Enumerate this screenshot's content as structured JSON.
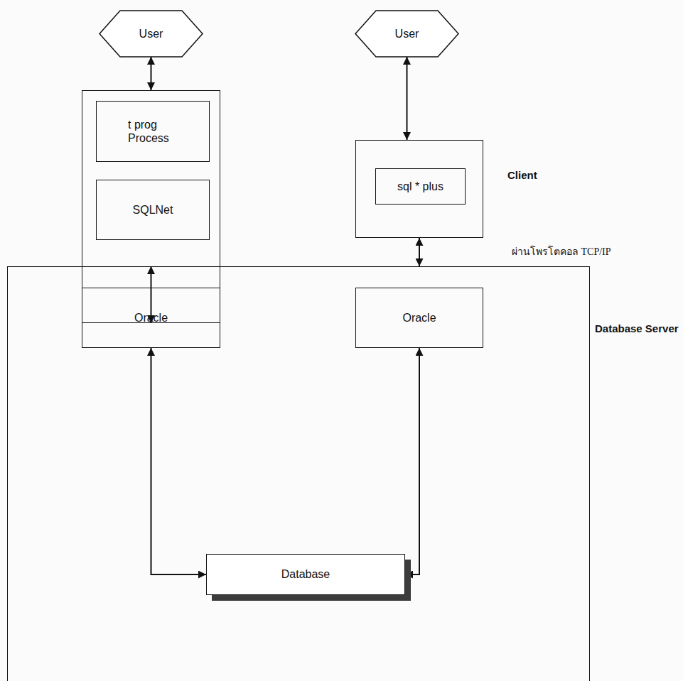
{
  "diagram": {
    "nodes": [
      {
        "text": [
          "User"
        ]
      },
      {
        "text": [
          "User"
        ]
      },
      {
        "text": []
      },
      {
        "text": [
          "t prog Process"
        ],
        "in": 2
      },
      {
        "text": [
          "SQLNet"
        ],
        "in": 2
      },
      {
        "text": [
          "Client"
        ]
      },
      {
        "text": [
          "sql * plus"
        ],
        "in": 5
      },
      {
        "text": [
          "Database Server"
        ]
      },
      {
        "text": [
          "Oracle"
        ],
        "in": 7
      },
      {
        "text": [
          "Oracle"
        ],
        "in": 7
      },
      {
        "text": [
          "Database"
        ],
        "in": 7
      }
    ],
    "edges": [
      {
        "from": 0,
        "to": 2,
        "arrow": "both"
      },
      {
        "from": 1,
        "to": 5,
        "arrow": "both"
      },
      {
        "from": 2,
        "to": 7,
        "arrow": "both"
      },
      {
        "from": 5,
        "to": 7,
        "label": "ผ่านโพรโตคอล TCP/IP",
        "arrow": "both"
      },
      {
        "from": 8,
        "to": 10,
        "arrow": "both"
      },
      {
        "from": 9,
        "to": 10,
        "arrow": "both"
      }
    ]
  }
}
